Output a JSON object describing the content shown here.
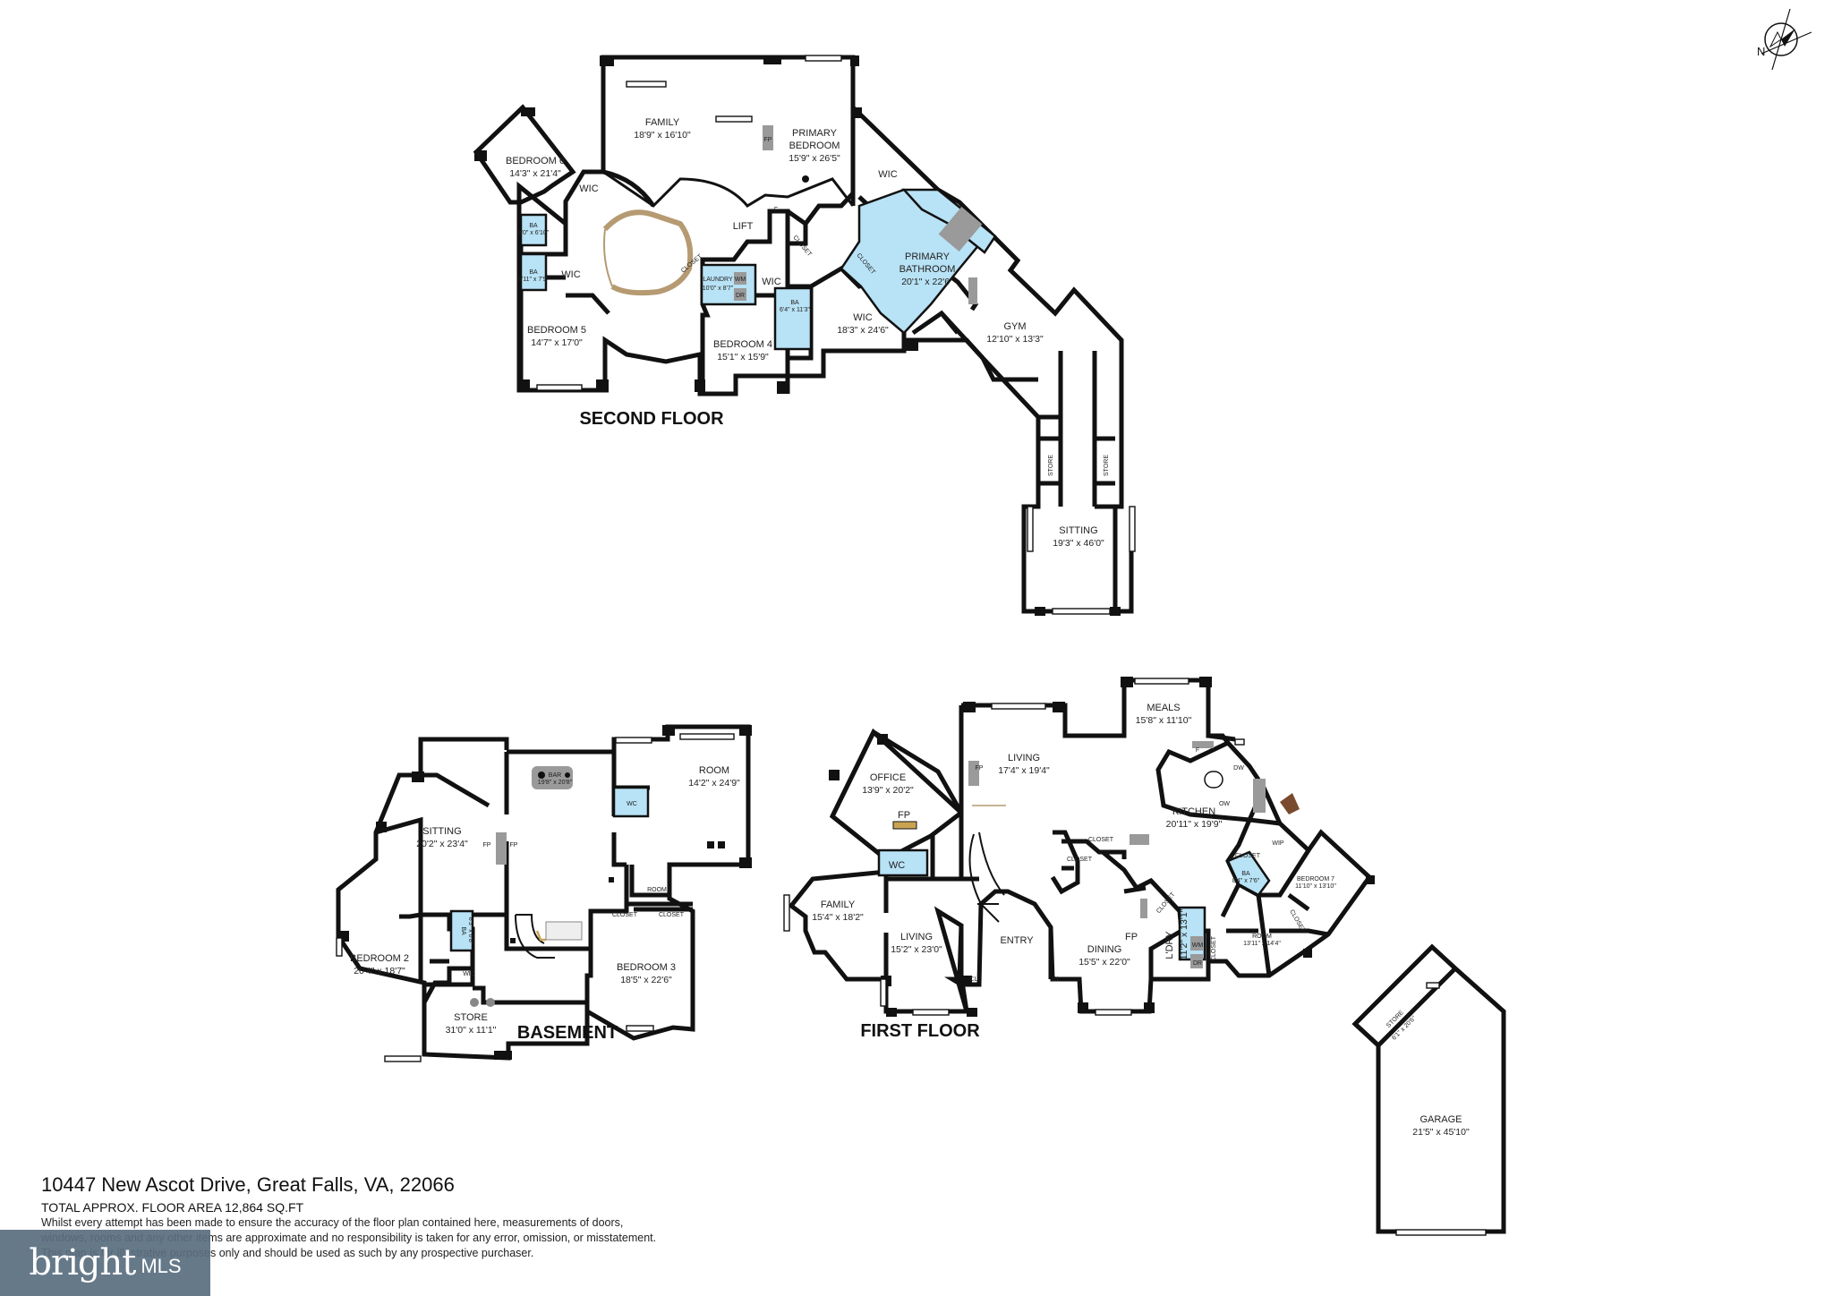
{
  "compass": {
    "label": "N"
  },
  "floors": {
    "second": "SECOND FLOOR",
    "basement": "BASEMENT",
    "first": "FIRST FLOOR"
  },
  "rooms": {
    "second": {
      "family": {
        "name": "FAMILY",
        "dim": "18'9\" x 16'10\""
      },
      "primary_bedroom": {
        "name1": "PRIMARY",
        "name2": "BEDROOM",
        "dim": "15'9\" x 26'5\""
      },
      "bedroom6": {
        "name": "BEDROOM 6",
        "dim": "14'3\" x 21'4\""
      },
      "wic1": "WIC",
      "wic2": "WIC",
      "wic3": "WIC",
      "wic4": "WIC",
      "wic_main": {
        "name": "WIC",
        "dim": "18'3\" x 24'6\""
      },
      "lift": "LIFT",
      "closet1": "CLOSET",
      "closet2": "CLOSET",
      "closet3": "CLOSET",
      "laundry": {
        "name": "LAUNDRY",
        "dim": "10'0\" x 8'7\""
      },
      "wm": "WM",
      "dr": "DR",
      "fp": "FP",
      "f": "F",
      "bath1": {
        "name": "BA",
        "dim": "8'0\" x 6'10\""
      },
      "bath2": {
        "name": "BA",
        "dim": "8'11\" x 7'9\""
      },
      "bath3": {
        "name": "BA",
        "dim": "6'4\" x 11'3\""
      },
      "bedroom5": {
        "name": "BEDROOM 5",
        "dim": "14'7\" x 17'0\""
      },
      "bedroom4": {
        "name": "BEDROOM 4",
        "dim": "15'1\" x 15'9\""
      },
      "primary_bath": {
        "name1": "PRIMARY",
        "name2": "BATHROOM",
        "dim": "20'1\" x 22'6\""
      },
      "gym": {
        "name": "GYM",
        "dim": "12'10\" x 13'3\""
      },
      "store1": "STORE",
      "store2": "STORE",
      "sitting": {
        "name": "SITTING",
        "dim": "19'3\" x 46'0\""
      }
    },
    "basement": {
      "bar": {
        "name": "BAR",
        "dim": "19'8\" x 20'8\""
      },
      "room1": {
        "name": "ROOM",
        "dim": "14'2\" x 24'9\""
      },
      "sitting": {
        "name": "SITTING",
        "dim": "20'2\" x 23'4\""
      },
      "fp1": "FP",
      "fp2": "FP",
      "wc": "WC",
      "room2": "ROOM",
      "closet1": "CLOSET",
      "closet2": "CLOSET",
      "bath": {
        "name": "BA",
        "dim": "8'3\" x 6'8\""
      },
      "bedroom2": {
        "name": "BEDROOM 2",
        "dim": "20'4\" x 18'7\""
      },
      "wic": "WIC",
      "store": {
        "name": "STORE",
        "dim": "31'0\" x 11'1\""
      },
      "bedroom3": {
        "name": "BEDROOM 3",
        "dim": "18'5\" x 22'6\""
      }
    },
    "first": {
      "office": {
        "name": "OFFICE",
        "dim": "13'9\" x 20'2\""
      },
      "living1": {
        "name": "LIVING",
        "dim": "17'4\" x 19'4\""
      },
      "meals": {
        "name": "MEALS",
        "dim": "15'8\" x 11'10\""
      },
      "fp1": "FP",
      "fp2": "FP",
      "fp3": "FP",
      "f": "F",
      "kitchen": {
        "name": "KITCHEN",
        "dim": "20'11\" x 19'9\""
      },
      "dw": "DW",
      "ow": "OW",
      "wip": "WIP",
      "closet1": "CLOSET",
      "closet2": "CLOSET",
      "closet3": "CLOSET",
      "closet4": "CLOSET",
      "closet5": "CLOSET",
      "closet6": "CLOSET",
      "wc": "WC",
      "family": {
        "name": "FAMILY",
        "dim": "15'4\" x 18'2\""
      },
      "living2": {
        "name": "LIVING",
        "dim": "15'2\" x 23'0\""
      },
      "entry": "ENTRY",
      "cl1": "CL",
      "cl2": "CL",
      "dining": {
        "name": "DINING",
        "dim": "15'5\" x 22'0\""
      },
      "ldry": {
        "name": "L'DRY",
        "dim": "11'2\" x 13'1\""
      },
      "wm": "WM",
      "dr": "DR",
      "bedroom7": {
        "name": "BEDROOM 7",
        "dim": "11'10\" x 13'10\""
      },
      "room": {
        "name": "ROOM",
        "dim": "13'11\" x 14'4\""
      },
      "bath": {
        "name": "BA",
        "dim": "8'4\" x 7'6\""
      }
    },
    "garage": {
      "store": {
        "name": "STORE",
        "dim": "6'1\" x 20'6\""
      },
      "garage": {
        "name": "GARAGE",
        "dim": "21'5\" x 45'10\""
      }
    }
  },
  "footer": {
    "address": "10447 New Ascot Drive, Great Falls, VA, 22066",
    "area": "TOTAL APPROX. FLOOR AREA 12,864 SQ.FT",
    "disclaimer_1": "Whilst every attempt has been made to ensure the accuracy of the floor plan contained here, measurements of doors,",
    "disclaimer_2": "windows, rooms and any other items are approximate and no responsibility is taken for any error, omission, or misstatement.",
    "disclaimer_3": "This plan is for illustrative purposes only and should be used as such by any prospective purchaser."
  },
  "watermark": {
    "name": "bright",
    "suffix": "MLS"
  }
}
